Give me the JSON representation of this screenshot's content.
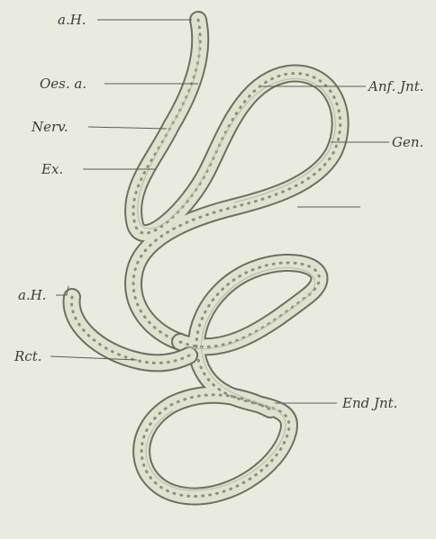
{
  "labels": {
    "anterior_end_top": "a.H.",
    "oesophagus": "Oes. a.",
    "nerve": "Nerv.",
    "excretory": "Ex.",
    "anterior_end_lower": "a.H.",
    "rectum": "Rct.",
    "intestine_start": "Anf. Jnt.",
    "genital": "Gen.",
    "intestine_end": "End Jnt."
  },
  "colors": {
    "paper": "#e9ebdf",
    "body": "#dfe2cf",
    "outline": "#6b7062",
    "ink": "#3a3d38"
  }
}
